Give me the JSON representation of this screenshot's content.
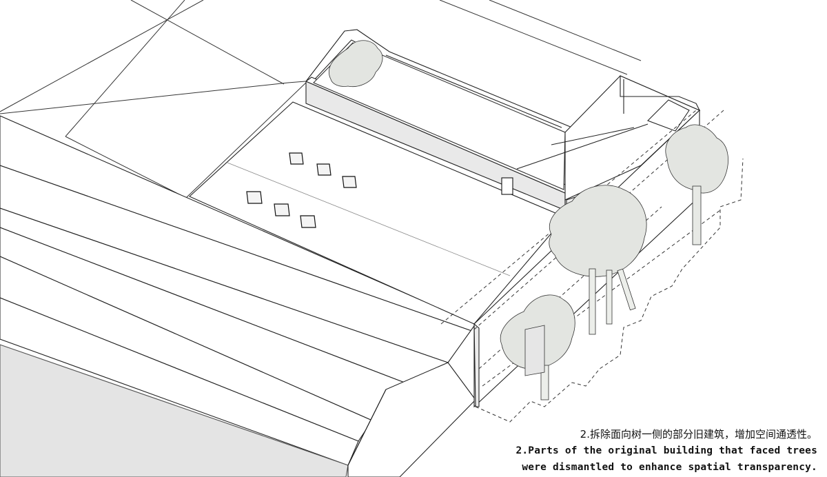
{
  "caption": {
    "chinese": "2.拆除面向树一侧的部分旧建筑，增加空间通透性。",
    "english_line1": "2.Parts of the original building that faced trees",
    "english_line2": "were dismantled to enhance spatial transparency."
  },
  "colors": {
    "line": "#222222",
    "thin_line": "#444444",
    "wall_fill": "#ececec",
    "shadow_fill": "#e2e2e2",
    "tree_fill": "#e4e6e2"
  }
}
